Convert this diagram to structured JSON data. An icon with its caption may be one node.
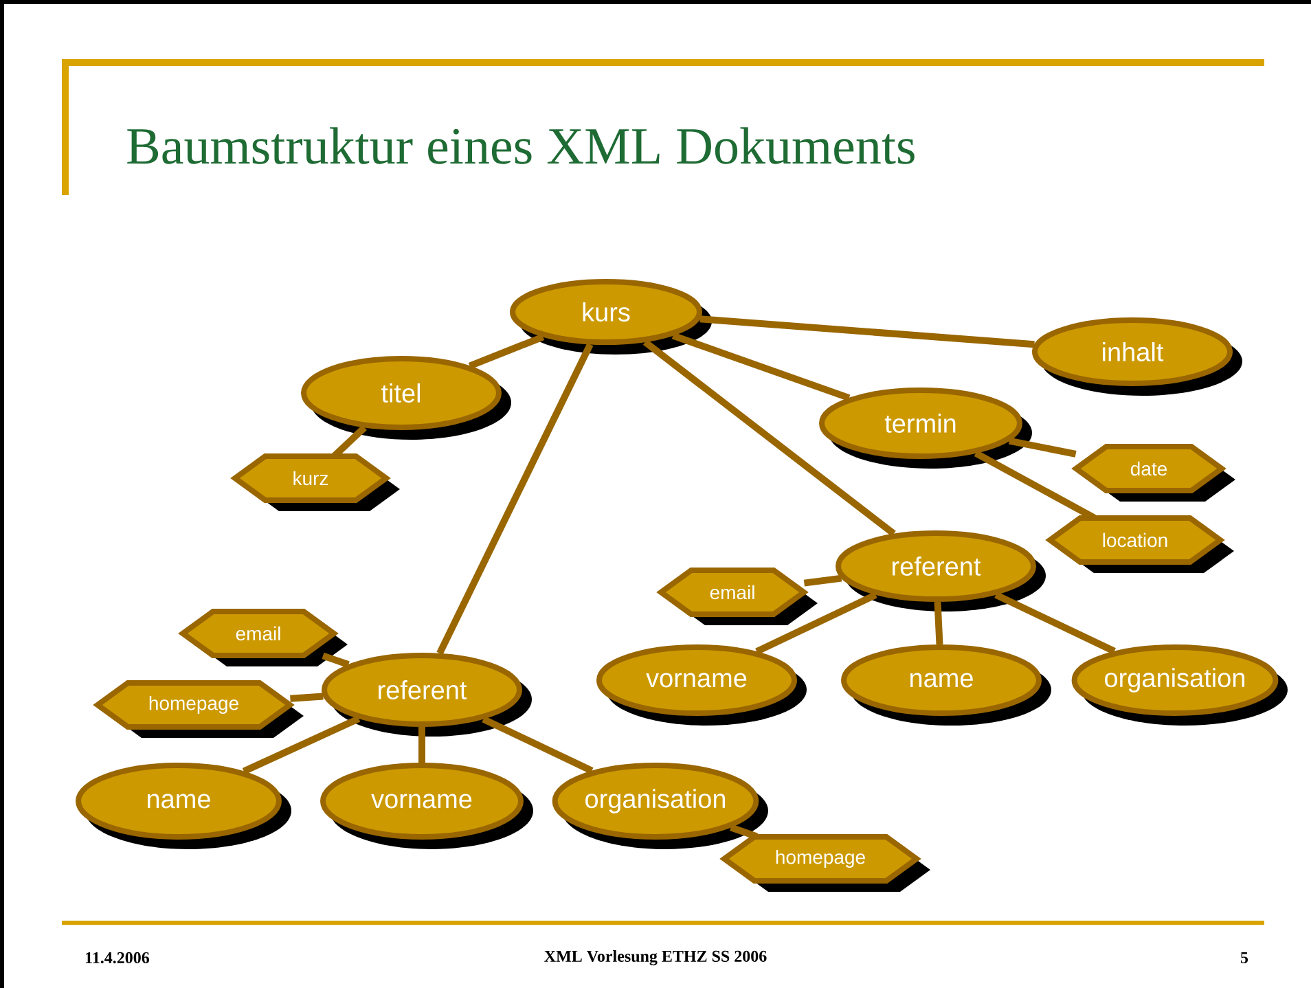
{
  "diagram": {
    "title": "Baumstruktur eines XML Dokuments",
    "nodes": [
      {
        "text": [
          "kurs"
        ]
      },
      {
        "text": [
          "titel"
        ]
      },
      {
        "text": [
          "kurz"
        ]
      },
      {
        "text": [
          "inhalt"
        ]
      },
      {
        "text": [
          "termin"
        ]
      },
      {
        "text": [
          "date"
        ]
      },
      {
        "text": [
          "location"
        ]
      },
      {
        "text": [
          "referent"
        ]
      },
      {
        "text": [
          "email"
        ]
      },
      {
        "text": [
          "vorname"
        ]
      },
      {
        "text": [
          "name"
        ]
      },
      {
        "text": [
          "organisation"
        ]
      },
      {
        "text": [
          "email"
        ]
      },
      {
        "text": [
          "homepage"
        ]
      },
      {
        "text": [
          "referent"
        ]
      },
      {
        "text": [
          "name"
        ]
      },
      {
        "text": [
          "vorname"
        ]
      },
      {
        "text": [
          "organisation"
        ]
      },
      {
        "text": [
          "homepage"
        ]
      }
    ],
    "edges": [
      {
        "from": 0,
        "to": 1,
        "arrow": "none"
      },
      {
        "from": 1,
        "to": 2,
        "arrow": "none"
      },
      {
        "from": 0,
        "to": 3,
        "arrow": "none"
      },
      {
        "from": 0,
        "to": 4,
        "arrow": "none"
      },
      {
        "from": 4,
        "to": 5,
        "arrow": "none"
      },
      {
        "from": 4,
        "to": 6,
        "arrow": "none"
      },
      {
        "from": 0,
        "to": 7,
        "arrow": "none"
      },
      {
        "from": 7,
        "to": 8,
        "arrow": "none"
      },
      {
        "from": 7,
        "to": 9,
        "arrow": "none"
      },
      {
        "from": 7,
        "to": 10,
        "arrow": "none"
      },
      {
        "from": 7,
        "to": 11,
        "arrow": "none"
      },
      {
        "from": 0,
        "to": 14,
        "arrow": "none"
      },
      {
        "from": 14,
        "to": 12,
        "arrow": "none"
      },
      {
        "from": 14,
        "to": 13,
        "arrow": "none"
      },
      {
        "from": 14,
        "to": 15,
        "arrow": "none"
      },
      {
        "from": 14,
        "to": 16,
        "arrow": "none"
      },
      {
        "from": 14,
        "to": 17,
        "arrow": "none"
      },
      {
        "from": 17,
        "to": 18,
        "arrow": "none"
      }
    ],
    "labels": [
      "11.4.2006",
      "XML Vorlesung ETHZ SS 2006",
      "5"
    ]
  }
}
